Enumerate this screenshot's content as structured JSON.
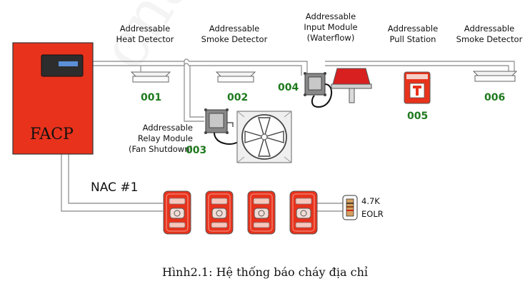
{
  "panel": {
    "label": "FACP"
  },
  "devices": [
    {
      "name": "Addressable Heat Detector",
      "line1": "Addressable",
      "line2": "Heat Detector",
      "number": "001"
    },
    {
      "name": "Addressable Smoke Detector",
      "line1": "Addressable",
      "line2": "Smoke Detector",
      "number": "002"
    },
    {
      "name": "Addressable Relay Module (Fan Shutdown)",
      "line1": "Addressable",
      "line2": "Relay Module",
      "line3": "(Fan Shutdown)",
      "number": "003"
    },
    {
      "name": "Addressable Input Module (Waterflow)",
      "line1": "Addressable",
      "line2": "Input Module",
      "line3": "(Waterflow)",
      "number": "004"
    },
    {
      "name": "Addressable Pull Station",
      "line1": "Addressable",
      "line2": "Pull Station",
      "number": "005"
    },
    {
      "name": "Addressable Smoke Detector",
      "line1": "Addressable",
      "line2": "Smoke Detector",
      "number": "006"
    }
  ],
  "nac": {
    "label": "NAC #1",
    "eol_value": "4.7K",
    "eol_label": "EOLR",
    "appliance_count": 4
  },
  "caption": "Hình2.1: Hệ thống báo cháy địa chỉ",
  "watermark": "cnam.",
  "colors": {
    "panel_red": "#e8321c",
    "device_green": "#1e7a1e",
    "wire_gray": "#9a9a9a",
    "appliance_red": "#e8321c",
    "display_blue": "#5b8fd8"
  }
}
